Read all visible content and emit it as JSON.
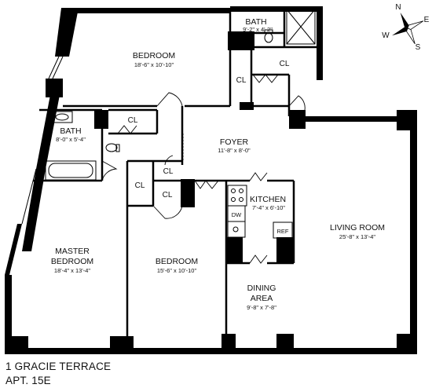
{
  "rooms": {
    "bedroom_top": {
      "name": "BEDROOM",
      "dims": "18'-6\" x 10'-10\""
    },
    "bath_top": {
      "name": "BATH",
      "dims": "9'-2\" x 4'-2\""
    },
    "bath_left": {
      "name": "BATH",
      "dims": "8'-0\" x 5'-4\""
    },
    "foyer": {
      "name": "FOYER",
      "dims": "11'-8\" x 8'-0\""
    },
    "kitchen": {
      "name": "KITCHEN",
      "dims": "7'-4\" x 6'-10\""
    },
    "living_room": {
      "name": "LIVING ROOM",
      "dims": "25'-8\" x 13'-4\""
    },
    "master_bedroom": {
      "name_line1": "MASTER",
      "name_line2": "BEDROOM",
      "dims": "18'-4\" x 13'-4\""
    },
    "bedroom_mid": {
      "name": "BEDROOM",
      "dims": "15'-6\" x 10'-10\""
    },
    "dining_area": {
      "name_line1": "DINING",
      "name_line2": "AREA",
      "dims": "9'-8\" x 7'-8\""
    }
  },
  "closets": {
    "label": "CL"
  },
  "appliances": {
    "dishwasher": "DW",
    "refrigerator": "REF"
  },
  "compass": {
    "north": "N",
    "south": "S",
    "east": "E",
    "west": "W"
  },
  "address": {
    "line1": "1 GRACIE TERRACE",
    "line2": "APT. 15E"
  }
}
